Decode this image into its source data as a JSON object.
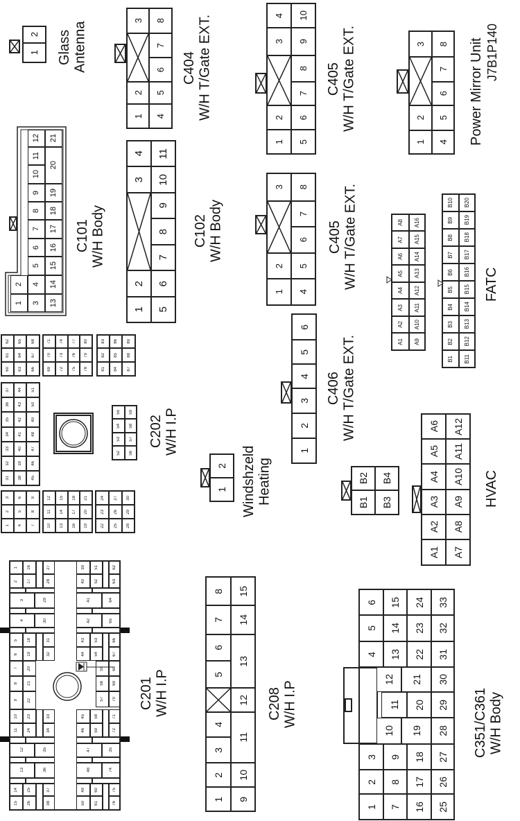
{
  "title": "J7B1P140",
  "connectors": {
    "glass_antenna": {
      "label": [
        "Glass",
        "Antenna"
      ],
      "pins": [
        "1",
        "2"
      ]
    },
    "c404": {
      "label": [
        "C404",
        "W/H T/Gate EXT."
      ],
      "pins": [
        "1",
        "2",
        "3",
        "4",
        "5",
        "6",
        "7",
        "8"
      ]
    },
    "c405a": {
      "label": [
        "C405",
        "W/H T/Gate EXT."
      ],
      "pins": [
        "1",
        "2",
        "3",
        "4",
        "5",
        "6",
        "7",
        "8",
        "9",
        "10"
      ]
    },
    "power_mirror": {
      "label": [
        "Power Mirror Unit"
      ],
      "pins": [
        "1",
        "2",
        "3",
        "4",
        "5",
        "6",
        "7",
        "8"
      ]
    },
    "c101": {
      "label": [
        "C101",
        "W/H Body"
      ],
      "pins": [
        "1",
        "2",
        "3",
        "4",
        "5",
        "6",
        "7",
        "8",
        "9",
        "10",
        "11",
        "12",
        "13",
        "14",
        "15",
        "16",
        "17",
        "18",
        "19",
        "20",
        "21"
      ]
    },
    "c102": {
      "label": [
        "C102",
        "W/H Body"
      ],
      "pins": [
        "1",
        "2",
        "3",
        "4",
        "5",
        "6",
        "7",
        "8",
        "9",
        "10",
        "11"
      ]
    },
    "c405b": {
      "label": [
        "C405",
        "W/H T/Gate EXT."
      ],
      "pins": [
        "1",
        "2",
        "3",
        "4",
        "5",
        "6",
        "7",
        "8"
      ]
    },
    "c406": {
      "label": [
        "C406",
        "W/H T/Gate EXT."
      ],
      "pins": [
        "1",
        "2",
        "3",
        "4",
        "5",
        "6"
      ]
    },
    "fatc": {
      "label": [
        "FATC"
      ],
      "pins_a": [
        "A1",
        "A2",
        "A3",
        "A4",
        "A5",
        "A6",
        "A7",
        "A8",
        "A9",
        "A10",
        "A11",
        "A12",
        "A13",
        "A14",
        "A15",
        "A16"
      ],
      "pins_b": [
        "B1",
        "B2",
        "B3",
        "B4",
        "B5",
        "B6",
        "B7",
        "B8",
        "B9",
        "B10",
        "B11",
        "B12",
        "B13",
        "B14",
        "B15",
        "B16",
        "B17",
        "B18",
        "B19",
        "B20"
      ]
    },
    "windshield": {
      "label": [
        "Windshzeld",
        "Heating"
      ],
      "pins": [
        "1",
        "2"
      ]
    },
    "hvac": {
      "label": [
        "HVAC"
      ],
      "pins_b": [
        "B1",
        "B2",
        "B3",
        "B4"
      ],
      "pins_a": [
        "A1",
        "A2",
        "A3",
        "A4",
        "A5",
        "A6",
        "A7",
        "A8",
        "A9",
        "A10",
        "A11",
        "A12"
      ]
    },
    "c202": {
      "label": [
        "C202",
        "W/H I.P"
      ],
      "pin_groups": [
        [
          "60",
          "61",
          "62",
          "63",
          "64",
          "65",
          "66",
          "67",
          "68"
        ],
        [
          "69",
          "70",
          "71",
          "72",
          "73",
          "74",
          "75",
          "76",
          "77",
          "78",
          "79",
          "80"
        ],
        [
          "81",
          "82",
          "83",
          "84",
          "85",
          "86",
          "87",
          "88",
          "89"
        ],
        [
          "31",
          "32",
          "33",
          "34",
          "35",
          "36",
          "37",
          "38",
          "39",
          "40",
          "41",
          "42",
          "43",
          "44",
          "45",
          "46",
          "47",
          "48",
          "49",
          "50",
          "51"
        ],
        [
          "52",
          "53",
          "54",
          "55",
          "56",
          "57",
          "58",
          "59"
        ],
        [
          "1",
          "2",
          "3",
          "4",
          "5",
          "6",
          "7",
          "8",
          "9"
        ],
        [
          "10",
          "11",
          "12",
          "13",
          "14",
          "15",
          "16",
          "17",
          "18",
          "19",
          "20",
          "21"
        ],
        [
          "22",
          "23",
          "24",
          "25",
          "26",
          "27",
          "28",
          "29",
          "30"
        ]
      ]
    },
    "c201": {
      "label": [
        "C201",
        "W/H I.P"
      ],
      "pins": [
        "1",
        "16",
        "27",
        "2",
        "17",
        "28",
        "3",
        "29",
        "4",
        "30",
        "5",
        "18",
        "31",
        "6",
        "19",
        "32",
        "7",
        "20",
        "8",
        "21",
        "9",
        "22",
        "10",
        "23",
        "33",
        "11",
        "24",
        "34",
        "12",
        "35",
        "13",
        "36",
        "14",
        "25",
        "37",
        "15",
        "26",
        "38",
        "39",
        "51",
        "62",
        "40",
        "52",
        "63",
        "41",
        "64",
        "42",
        "65",
        "43",
        "53",
        "66",
        "44",
        "54",
        "67",
        "55",
        "68",
        "56",
        "69",
        "57",
        "70",
        "45",
        "58",
        "71",
        "46",
        "59",
        "72",
        "47",
        "35",
        "48",
        "74",
        "49",
        "60",
        "75",
        "50",
        "61",
        "76"
      ]
    },
    "c208": {
      "label": [
        "C208",
        "W/H I.P"
      ],
      "pins": [
        "1",
        "2",
        "3",
        "4",
        "5",
        "6",
        "7",
        "8",
        "9",
        "10",
        "11",
        "12",
        "13",
        "14",
        "15"
      ]
    },
    "c351": {
      "label": [
        "C351/C361",
        "W/H Body"
      ],
      "pins": [
        "1",
        "2",
        "3",
        "4",
        "5",
        "6",
        "7",
        "8",
        "9",
        "10",
        "11",
        "12",
        "13",
        "14",
        "15",
        "16",
        "17",
        "18",
        "19",
        "20",
        "21",
        "22",
        "23",
        "24",
        "25",
        "26",
        "27",
        "28",
        "29",
        "30",
        "31",
        "32",
        "33"
      ]
    }
  }
}
